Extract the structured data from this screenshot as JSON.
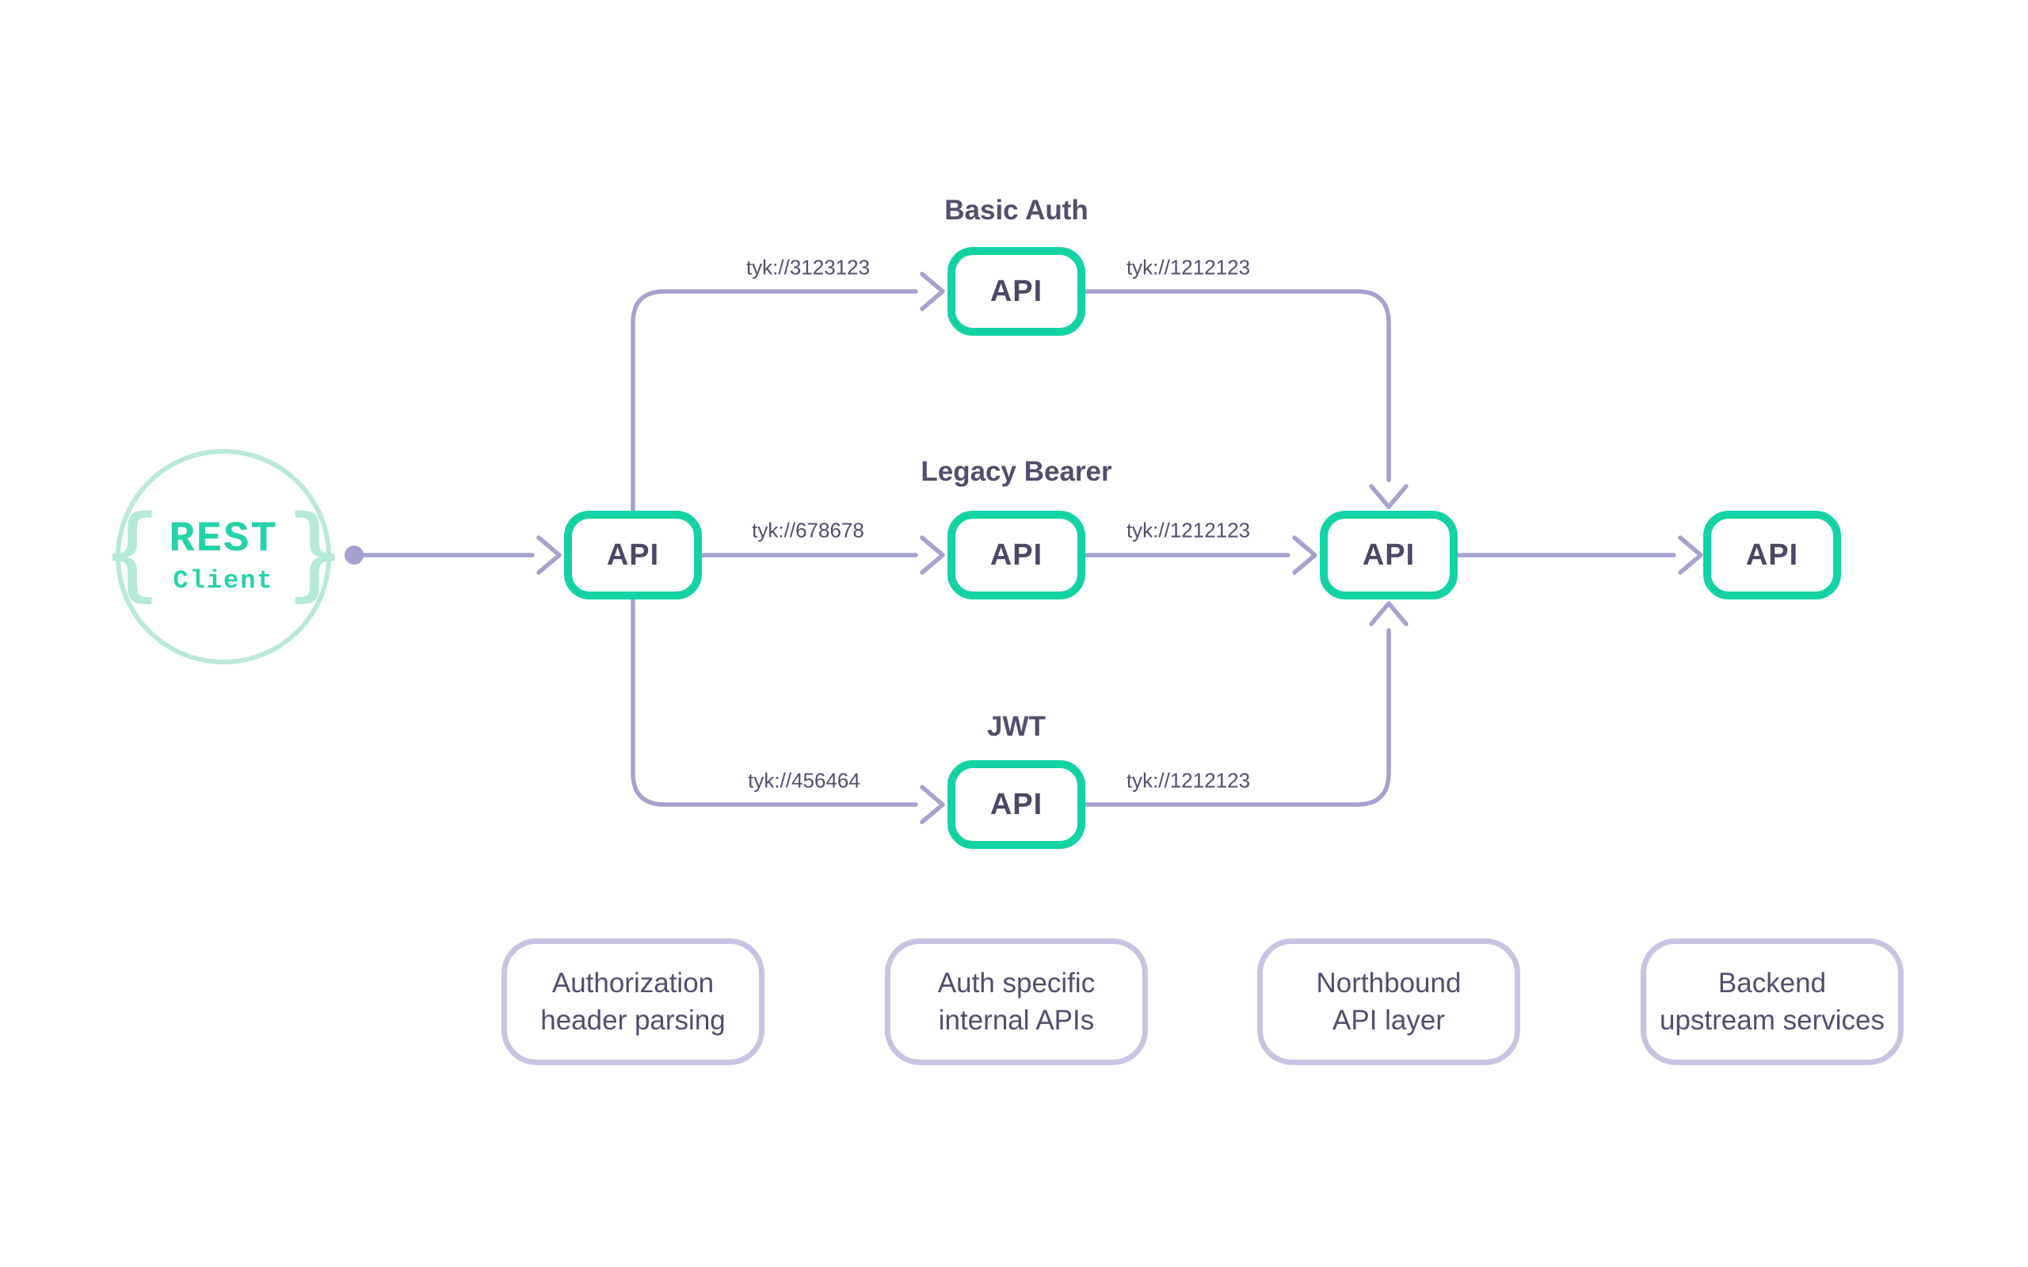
{
  "client": {
    "line1": "REST",
    "line2": "Client",
    "brace_left": "{",
    "brace_right": "}"
  },
  "nodes": {
    "gateway": {
      "label": "API"
    },
    "basic_auth": {
      "title": "Basic Auth",
      "label": "API"
    },
    "legacy_bearer": {
      "title": "Legacy Bearer",
      "label": "API"
    },
    "jwt": {
      "title": "JWT",
      "label": "API"
    },
    "northbound": {
      "label": "API"
    },
    "backend": {
      "label": "API"
    }
  },
  "edge_labels": {
    "gateway_to_basic_auth": "tyk://3123123",
    "gateway_to_legacy_bearer": "tyk://678678",
    "gateway_to_jwt": "tyk://456464",
    "basic_auth_to_northbound": "tyk://1212123",
    "legacy_bearer_to_northbound": "tyk://1212123",
    "jwt_to_northbound": "tyk://1212123"
  },
  "captions": [
    {
      "line1": "Authorization",
      "line2": "header parsing"
    },
    {
      "line1": "Auth specific",
      "line2": "internal APIs"
    },
    {
      "line1": "Northbound",
      "line2": "API layer"
    },
    {
      "line1": "Backend",
      "line2": "upstream services"
    }
  ],
  "colors": {
    "api_node_border": "#13d3a5",
    "client_circle_border": "#b9e9da",
    "client_text": "#26d2a7",
    "connector": "#a5a2d1",
    "label_text": "#514f6d",
    "caption_border": "#c7c4e3"
  }
}
